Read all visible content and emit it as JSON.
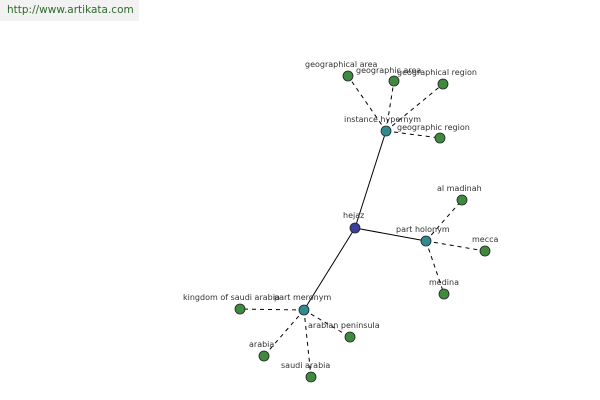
{
  "source": {
    "url": "http://www.artikata.com"
  },
  "colors": {
    "root": "#3a3f9a",
    "relation": "#2f8b8f",
    "leaf": "#3f8a3f",
    "edge": "#000000",
    "label": "#333333",
    "link": "#2e6b2e"
  },
  "graph": {
    "nodes": [
      {
        "id": "hejaz",
        "label": "hejaz",
        "kind": "root"
      },
      {
        "id": "instance-hypernym",
        "label": "instance hypernym",
        "kind": "relation"
      },
      {
        "id": "part-holonym",
        "label": "part holonym",
        "kind": "relation"
      },
      {
        "id": "part-meronym",
        "label": "part meronym",
        "kind": "relation"
      },
      {
        "id": "geographical-area-1",
        "label": "geographical area",
        "kind": "leaf"
      },
      {
        "id": "geographic-area",
        "label": "geographic area",
        "kind": "leaf"
      },
      {
        "id": "geographical-region",
        "label": "geographical region",
        "kind": "leaf"
      },
      {
        "id": "geographic-region",
        "label": "geographic region",
        "kind": "leaf"
      },
      {
        "id": "al-madinah",
        "label": "al madinah",
        "kind": "leaf"
      },
      {
        "id": "mecca",
        "label": "mecca",
        "kind": "leaf"
      },
      {
        "id": "medina",
        "label": "medina",
        "kind": "leaf"
      },
      {
        "id": "kingdom-of-saudi-arabia",
        "label": "kingdom of saudi arabia",
        "kind": "leaf"
      },
      {
        "id": "arabian-peninsula",
        "label": "arabian peninsula",
        "kind": "leaf"
      },
      {
        "id": "arabia",
        "label": "arabia",
        "kind": "leaf"
      },
      {
        "id": "saudi-arabia",
        "label": "saudi arabia",
        "kind": "leaf"
      }
    ],
    "edges": [
      {
        "from": "hejaz",
        "to": "instance-hypernym",
        "style": "solid"
      },
      {
        "from": "hejaz",
        "to": "part-holonym",
        "style": "solid"
      },
      {
        "from": "hejaz",
        "to": "part-meronym",
        "style": "solid"
      },
      {
        "from": "instance-hypernym",
        "to": "geographical-area-1",
        "style": "dashed"
      },
      {
        "from": "instance-hypernym",
        "to": "geographic-area",
        "style": "dashed"
      },
      {
        "from": "instance-hypernym",
        "to": "geographical-region",
        "style": "dashed"
      },
      {
        "from": "instance-hypernym",
        "to": "geographic-region",
        "style": "dashed"
      },
      {
        "from": "part-holonym",
        "to": "al-madinah",
        "style": "dashed"
      },
      {
        "from": "part-holonym",
        "to": "mecca",
        "style": "dashed"
      },
      {
        "from": "part-holonym",
        "to": "medina",
        "style": "dashed"
      },
      {
        "from": "part-meronym",
        "to": "kingdom-of-saudi-arabia",
        "style": "dashed"
      },
      {
        "from": "part-meronym",
        "to": "arabian-peninsula",
        "style": "dashed"
      },
      {
        "from": "part-meronym",
        "to": "arabia",
        "style": "dashed"
      },
      {
        "from": "part-meronym",
        "to": "saudi-arabia",
        "style": "dashed"
      }
    ]
  }
}
